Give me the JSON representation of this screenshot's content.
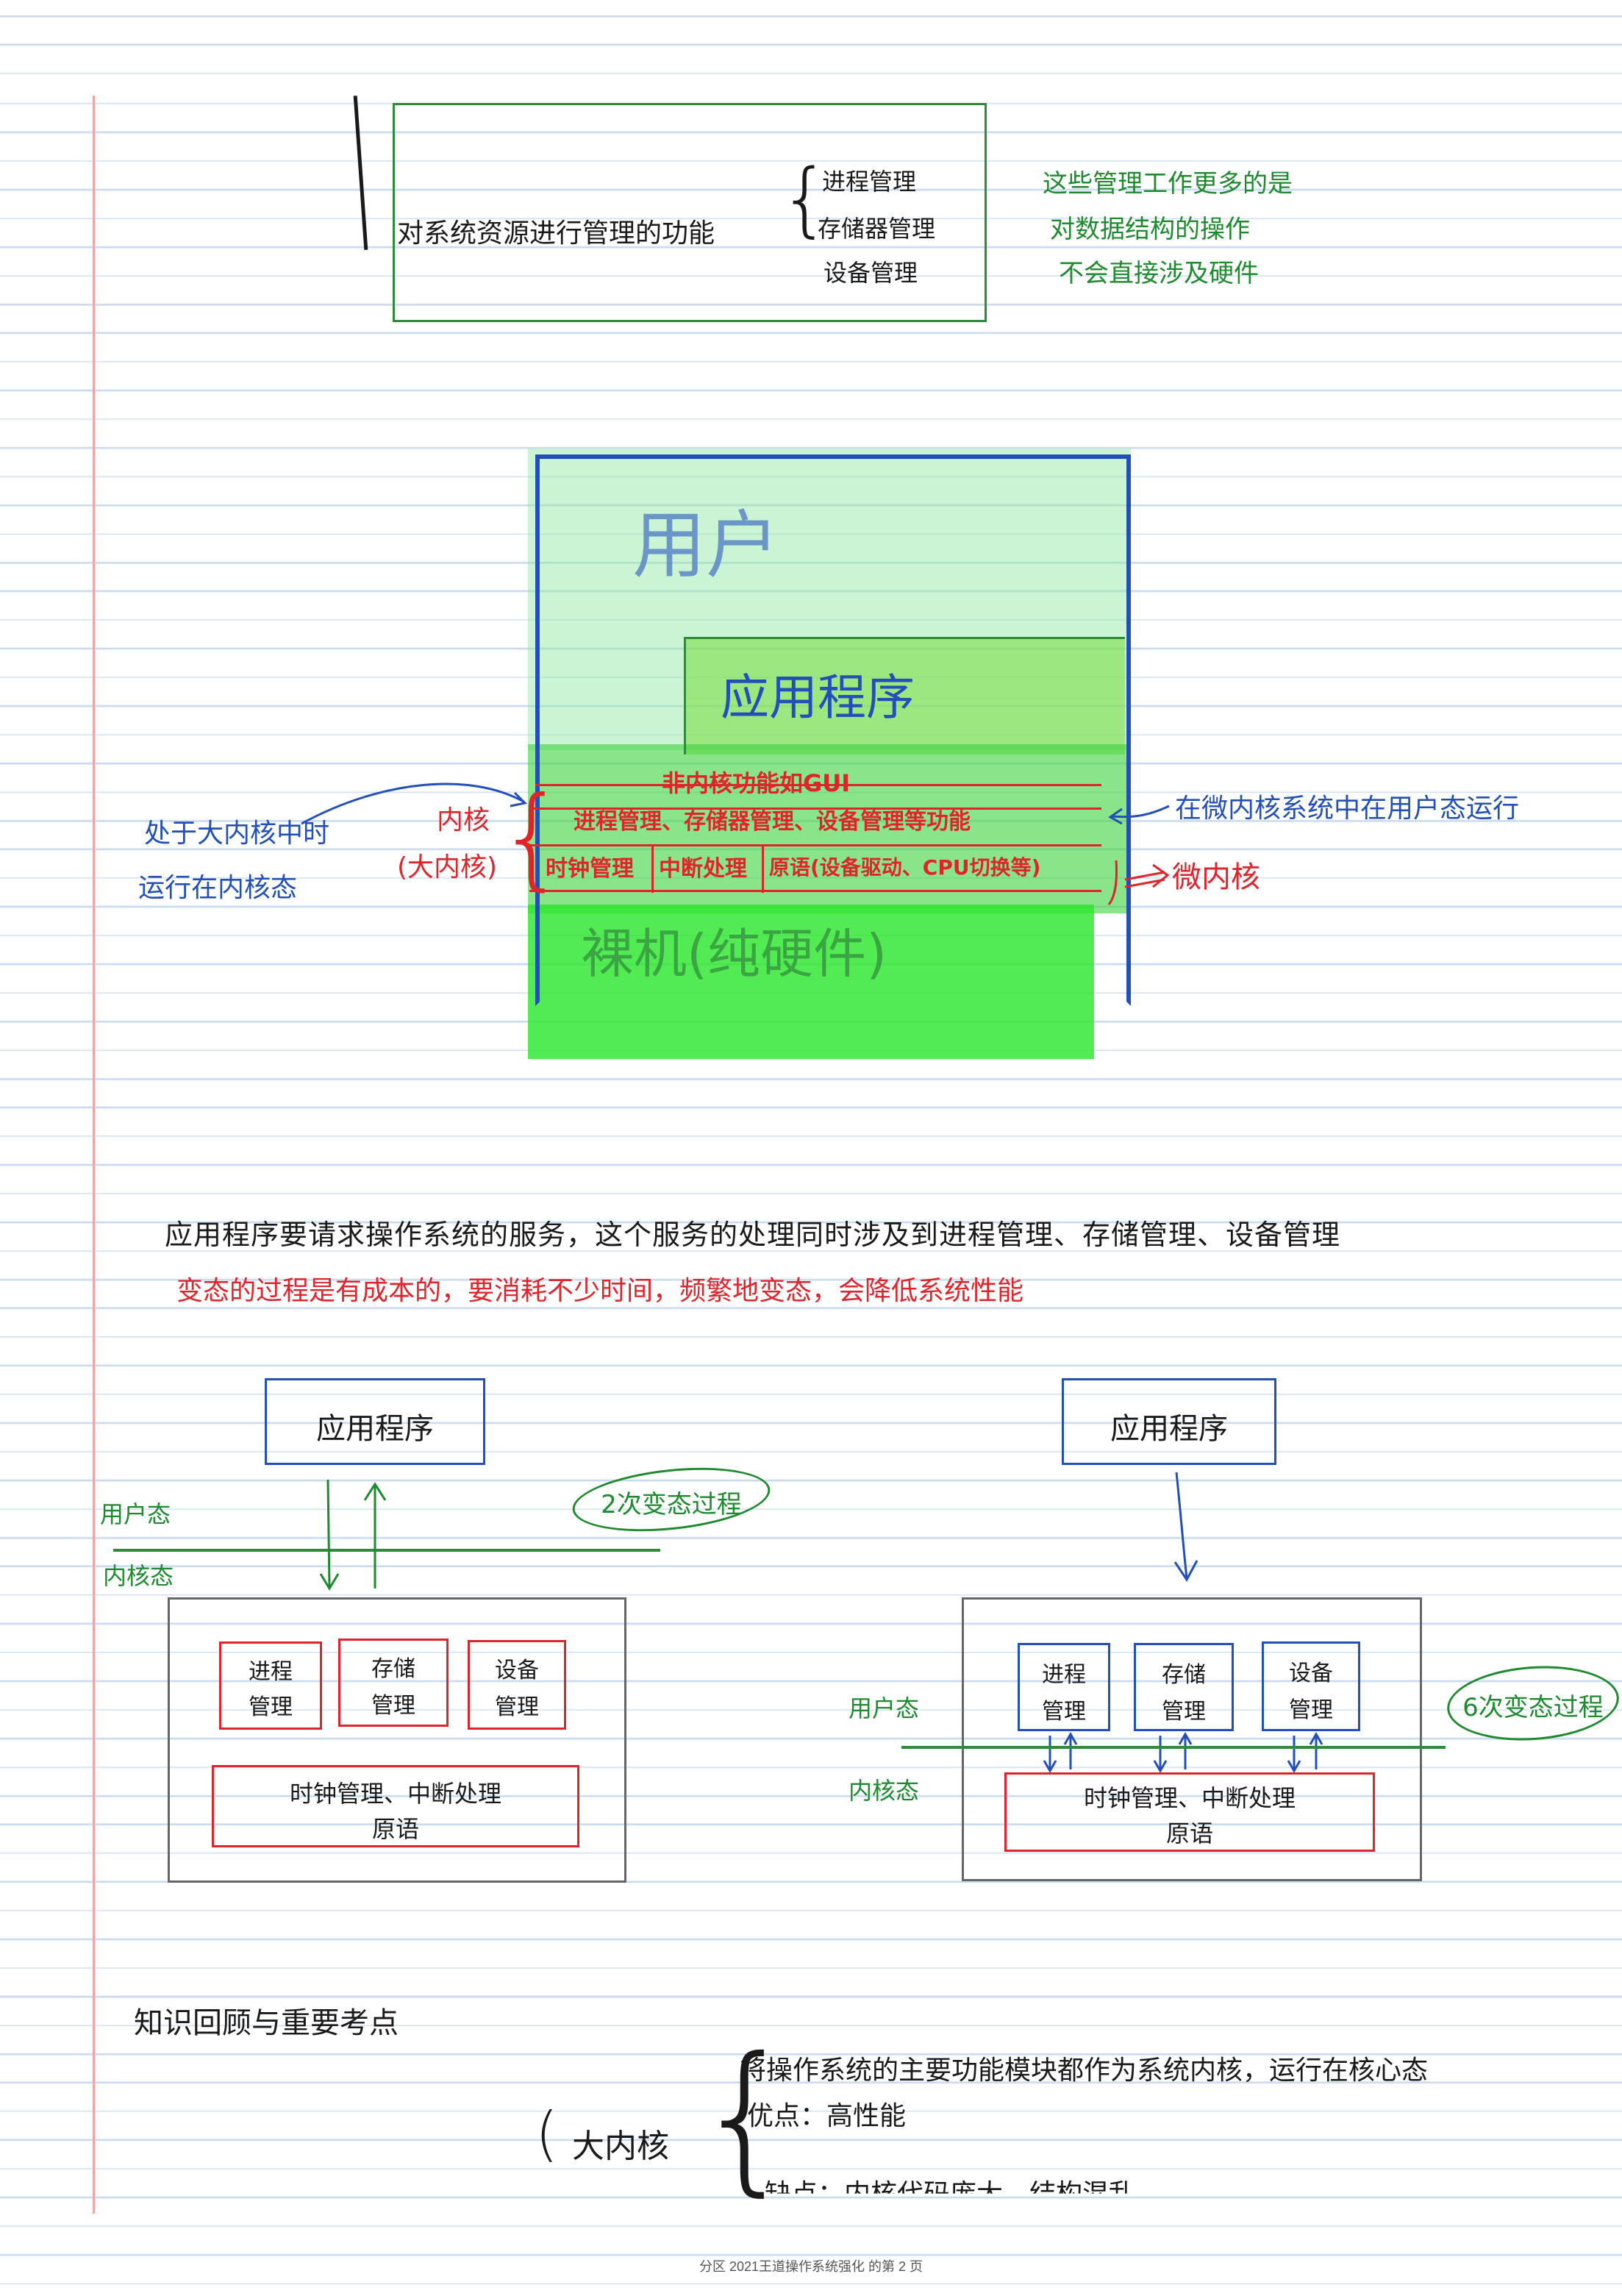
{
  "top_note": {
    "main": "对系统资源进行管理的功能",
    "items": [
      "进程管理",
      "存储器管理",
      "设备管理"
    ],
    "side_notes": [
      "这些管理工作更多的是",
      "对数据结构的操作",
      "不会直接涉及硬件"
    ]
  },
  "layer_diagram": {
    "user": "用户",
    "app": "应用程序",
    "non_kernel": "非内核功能如GUI",
    "upper_kernel": "进程管理、存储器管理、设备管理等功能",
    "clock": "时钟管理",
    "interrupt": "中断处理",
    "primitive": "原语(设备驱动、CPU切换等)",
    "bare_machine": "裸机(纯硬件)",
    "kernel_label": "内核",
    "kernel_sub": "(大内核)",
    "left_note": [
      "处于大内核中时",
      "运行在内核态"
    ],
    "right_note": "在微内核系统中在用户态运行",
    "micro_label": "微内核"
  },
  "paragraph": {
    "line1": "应用程序要请求操作系统的服务，这个服务的处理同时涉及到进程管理、存储管理、设备管理",
    "line2": "变态的过程是有成本的，要消耗不少时间，频繁地变态，会降低系统性能"
  },
  "left_model": {
    "app": "应用程序",
    "note": "2次变态过程",
    "user_mode": "用户态",
    "kernel_mode": "内核态",
    "modules": [
      {
        "l1": "进程",
        "l2": "管理"
      },
      {
        "l1": "存储",
        "l2": "管理"
      },
      {
        "l1": "设备",
        "l2": "管理"
      }
    ],
    "base_l1": "时钟管理、中断处理",
    "base_l2": "原语"
  },
  "right_model": {
    "app": "应用程序",
    "note": "6次变态过程",
    "user_mode": "用户态",
    "kernel_mode": "内核态",
    "modules": [
      {
        "l1": "进程",
        "l2": "管理"
      },
      {
        "l1": "存储",
        "l2": "管理"
      },
      {
        "l1": "设备",
        "l2": "管理"
      }
    ],
    "base_l1": "时钟管理、中断处理",
    "base_l2": "原语"
  },
  "review": {
    "title": "知识回顾与重要考点",
    "big_kernel": "大内核",
    "line1": "将操作系统的主要功能模块都作为系统内核，运行在核心态",
    "line2": "优点：高性能",
    "line3": "缺点：内核代码庞大，结构混乱"
  },
  "footer": "分区 2021王道操作系统强化 的第 2 页",
  "colors": {
    "pen_black": "#1a1a1a",
    "pen_green": "#1f8a2f",
    "pen_red": "#e0242c",
    "pen_blue": "#2250b8",
    "highlight_green": "#33e03a"
  }
}
